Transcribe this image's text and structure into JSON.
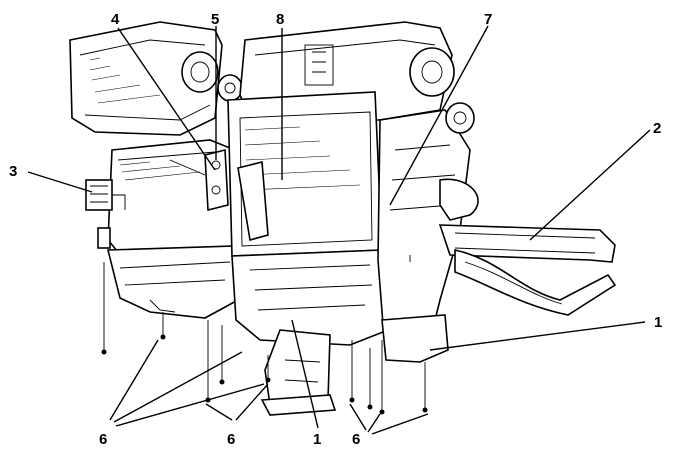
{
  "labels": {
    "l1a": "1",
    "l1b": "1",
    "l2": "2",
    "l3": "3",
    "l4": "4",
    "l5": "5",
    "l6a": "6",
    "l6b": "6",
    "l6c": "6",
    "l7": "7",
    "l8": "8"
  }
}
